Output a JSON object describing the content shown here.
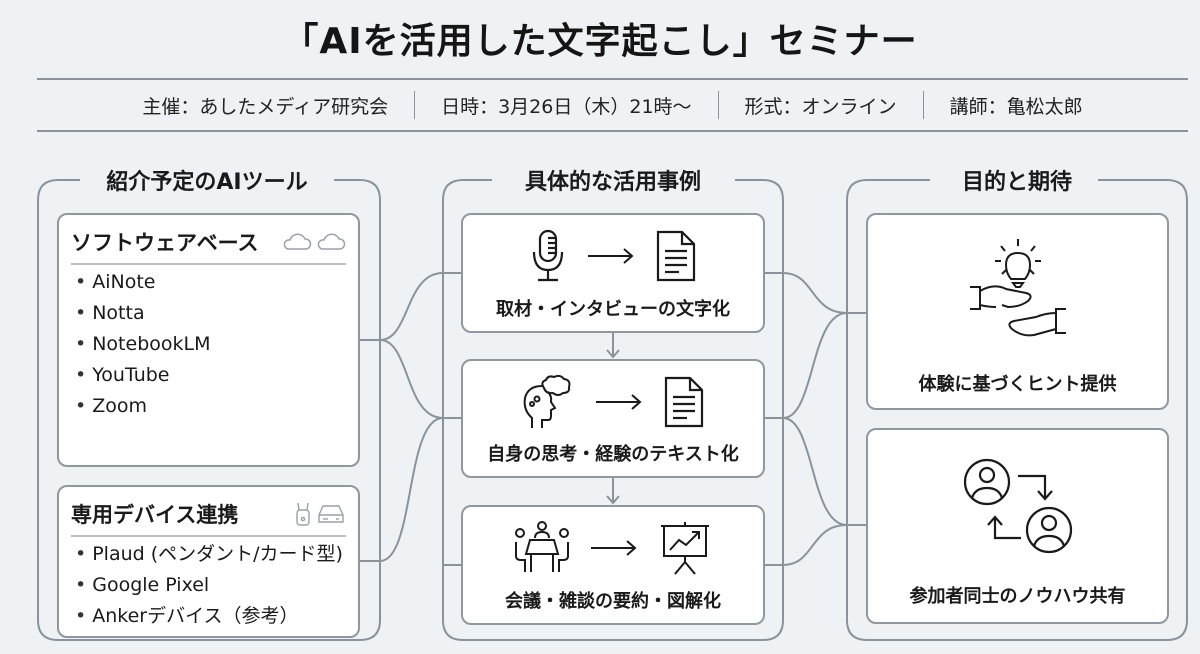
{
  "title": "「AIを活用した文字起こし」セミナー",
  "info_bar": {
    "items": [
      {
        "label": "主催：あしたメディア研究会"
      },
      {
        "label": "日時：3月26日（木）21時〜"
      },
      {
        "label": "形式：オンライン"
      },
      {
        "label": "講師：亀松太郎"
      }
    ]
  },
  "columns": {
    "tools": {
      "title": "紹介予定のAIツール",
      "software": {
        "heading": "ソフトウェアベース",
        "icons": [
          "cloud-icon",
          "cloud-icon"
        ],
        "items": [
          "AiNote",
          "Notta",
          "NotebookLM",
          "YouTube",
          "Zoom"
        ]
      },
      "devices": {
        "heading": "専用デバイス連携",
        "icons": [
          "recorder-device-icon",
          "storage-device-icon"
        ],
        "items": [
          "Plaud (ペンダント/カード型)",
          "Google Pixel",
          "Ankerデバイス（参考）"
        ]
      }
    },
    "cases": {
      "title": "具体的な活用事例",
      "items": [
        {
          "label": "取材・インタビューの文字化",
          "from_icon": "microphone-icon",
          "to_icon": "document-icon"
        },
        {
          "label": "自身の思考・経験のテキスト化",
          "from_icon": "thinking-head-icon",
          "to_icon": "document-icon"
        },
        {
          "label": "会議・雑談の要約・図解化",
          "from_icon": "meeting-table-icon",
          "to_icon": "presentation-chart-icon"
        }
      ]
    },
    "goals": {
      "title": "目的と期待",
      "items": [
        {
          "label": "体験に基づくヒント提供",
          "icon": "hands-lightbulb-icon"
        },
        {
          "label": "参加者同士のノウハウ共有",
          "icon": "people-exchange-icon"
        }
      ]
    }
  },
  "colors": {
    "background": "#eef2f5",
    "line": "#8a939b",
    "card": "#ffffff",
    "text": "#1a1a1a"
  }
}
